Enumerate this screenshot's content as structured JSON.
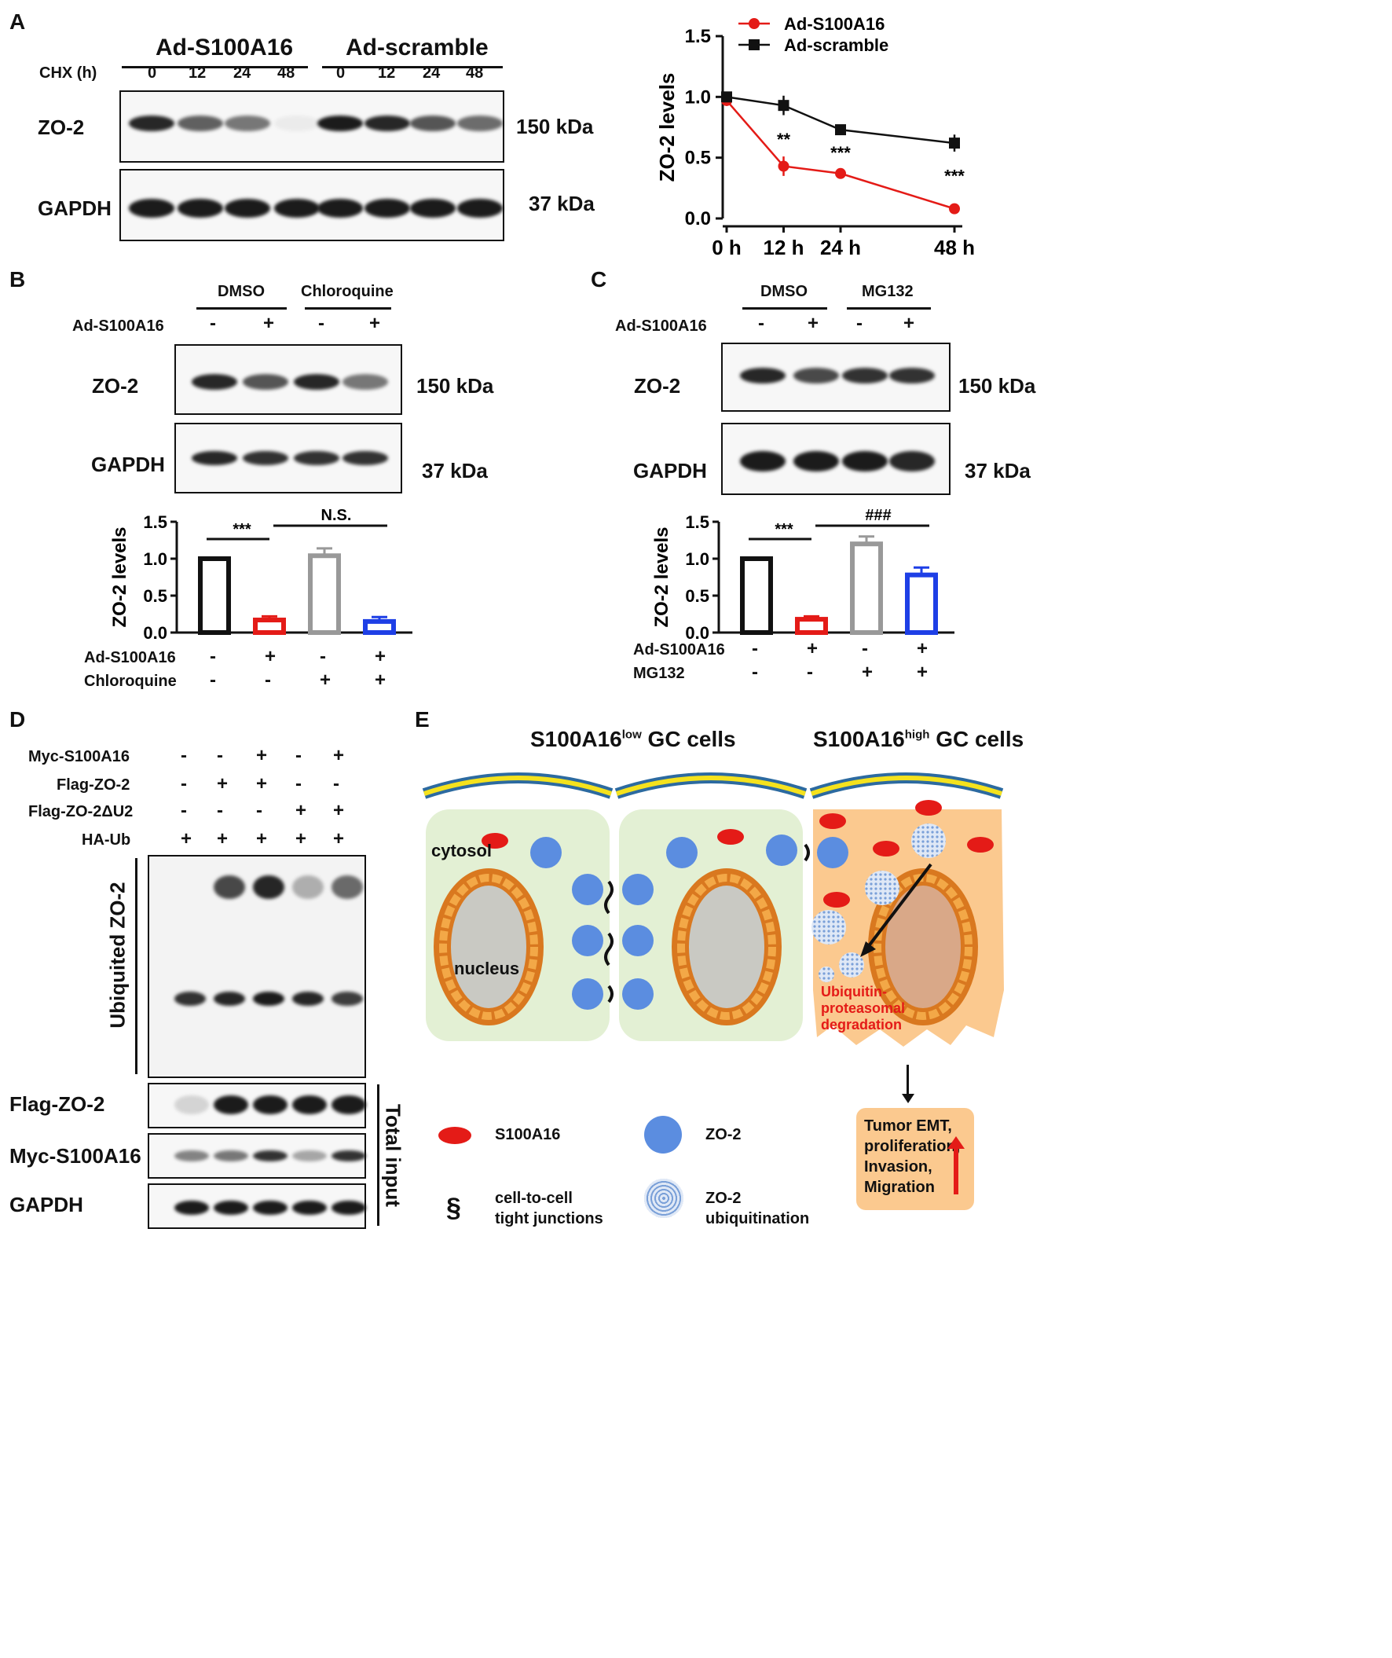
{
  "panels": {
    "a": "A",
    "b": "B",
    "c": "C",
    "d": "D",
    "e": "E"
  },
  "panel_a": {
    "group1": "Ad-S100A16",
    "group2": "Ad-scramble",
    "chx_label": "CHX (h)",
    "times": [
      "0",
      "12",
      "24",
      "48",
      "0",
      "12",
      "24",
      "48"
    ],
    "rows": [
      "ZO-2",
      "GAPDH"
    ],
    "kda": [
      "150 kDa",
      "37 kDa"
    ]
  },
  "panel_b": {
    "groups": [
      "DMSO",
      "Chloroquine"
    ],
    "treat_label": "Ad-S100A16",
    "treat_signs": [
      "-",
      "+",
      "-",
      "+"
    ],
    "rows": [
      "ZO-2",
      "GAPDH"
    ],
    "kda": [
      "150 kDa",
      "37 kDa"
    ],
    "row_labels": [
      "Ad-S100A16",
      "Chloroquine"
    ],
    "row_signs": [
      [
        "-",
        "+",
        "-",
        "+"
      ],
      [
        "-",
        "-",
        "+",
        "+"
      ]
    ]
  },
  "panel_c": {
    "groups": [
      "DMSO",
      "MG132"
    ],
    "treat_label": "Ad-S100A16",
    "treat_signs": [
      "-",
      "+",
      "-",
      "+"
    ],
    "rows": [
      "ZO-2",
      "GAPDH"
    ],
    "kda": [
      "150 kDa",
      "37 kDa"
    ],
    "row_labels": [
      "Ad-S100A16",
      "MG132"
    ],
    "row_signs": [
      [
        "-",
        "+",
        "-",
        "+"
      ],
      [
        "-",
        "-",
        "+",
        "+"
      ]
    ]
  },
  "panel_d": {
    "rows": [
      "Myc-S100A16",
      "Flag-ZO-2",
      "Flag-ZO-2ΔU2",
      "HA-Ub"
    ],
    "signs": [
      [
        "-",
        "-",
        "+",
        "-",
        "+"
      ],
      [
        "-",
        "+",
        "+",
        "-",
        "-"
      ],
      [
        "-",
        "-",
        "-",
        "+",
        "+"
      ],
      [
        "+",
        "+",
        "+",
        "+",
        "+"
      ]
    ],
    "ubiq_label": "Ubiquited ZO-2",
    "blot_labels": [
      "Flag-ZO-2",
      "Myc-S100A16",
      "GAPDH"
    ],
    "total_input": "Total input"
  },
  "panel_e": {
    "title_low_a": "S100A16",
    "title_low_sup": "low",
    "title_low_b": "GC cells",
    "title_high_a": "S100A16",
    "title_high_sup": "high",
    "title_high_b": "GC cells",
    "cytosol": "cytosol",
    "nucleus": "nucleus",
    "degradation": "Ubiquitin-\nproteasomal\ndegradation",
    "outcome": "Tumor EMT,\nproliferation,\nInvasion,\nMigration",
    "legend": {
      "s100": "S100A16",
      "zo2": "ZO-2",
      "tj": "cell-to-cell\ntight junctions",
      "zoub": "ZO-2\nubiquitination"
    }
  },
  "chart_data": [
    {
      "type": "line",
      "ylabel": "ZO-2 levels",
      "x": [
        "0 h",
        "12 h",
        "24 h",
        "48 h"
      ],
      "x_values": [
        0,
        12,
        24,
        48
      ],
      "ylim": [
        0,
        1.5
      ],
      "yticks": [
        "0.0",
        "0.5",
        "1.0",
        "1.5"
      ],
      "series": [
        {
          "name": "Ad-S100A16",
          "color": "#e41b17",
          "values": [
            0.97,
            0.43,
            0.37,
            0.08
          ],
          "errors": [
            0.03,
            0.08,
            0.03,
            0.04
          ]
        },
        {
          "name": "Ad-scramble",
          "color": "#111111",
          "values": [
            1.0,
            0.93,
            0.73,
            0.62
          ],
          "errors": [
            0.03,
            0.08,
            0.04,
            0.07
          ]
        }
      ],
      "annotations": [
        "**",
        "***",
        "***"
      ],
      "legend": "top"
    },
    {
      "type": "bar",
      "ylabel": "ZO-2 levels",
      "ylim": [
        0,
        1.5
      ],
      "yticks": [
        "0.0",
        "0.5",
        "1.0",
        "1.5"
      ],
      "values": [
        1.0,
        0.17,
        1.04,
        0.15
      ],
      "errors": [
        0.01,
        0.05,
        0.1,
        0.06
      ],
      "colors": [
        "#111111",
        "#e41b17",
        "#999999",
        "#1e3fe6"
      ],
      "annotations": [
        "***",
        "N.S."
      ]
    },
    {
      "type": "bar",
      "ylabel": "ZO-2 levels",
      "ylim": [
        0,
        1.5
      ],
      "yticks": [
        "0.0",
        "0.5",
        "1.0",
        "1.5"
      ],
      "values": [
        1.0,
        0.18,
        1.2,
        0.78
      ],
      "errors": [
        0.01,
        0.04,
        0.1,
        0.1
      ],
      "colors": [
        "#111111",
        "#e41b17",
        "#999999",
        "#1e3fe6"
      ],
      "annotations": [
        "***",
        "###"
      ]
    }
  ]
}
